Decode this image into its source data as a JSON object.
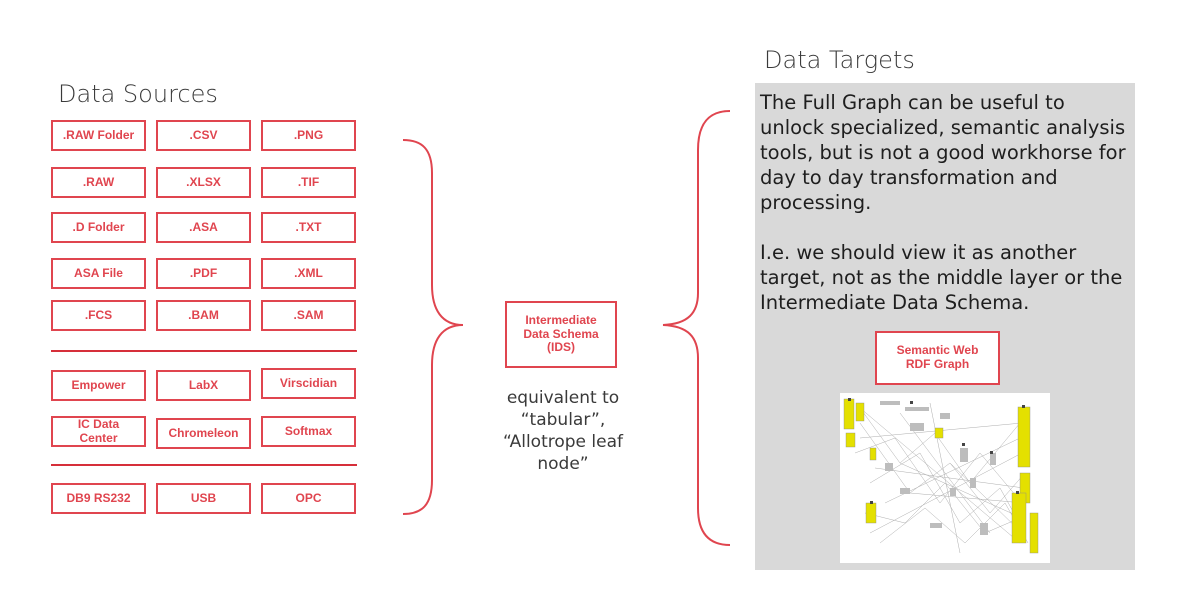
{
  "headings": {
    "sources": "Data Sources",
    "targets": "Data Targets"
  },
  "sources": {
    "file_rows": [
      [
        ".RAW Folder",
        ".CSV",
        ".PNG"
      ],
      [
        ".RAW",
        ".XLSX",
        ".TIF"
      ],
      [
        ".D Folder",
        ".ASA",
        ".TXT"
      ],
      [
        "ASA File",
        ".PDF",
        ".XML"
      ],
      [
        ".FCS",
        ".BAM",
        ".SAM"
      ]
    ],
    "instrument_rows": [
      [
        "Empower",
        "LabX",
        "Virscidian"
      ],
      [
        "IC Data Center",
        "Chromeleon",
        "Softmax"
      ]
    ],
    "protocol_rows": [
      [
        "DB9 RS232",
        "USB",
        "OPC"
      ]
    ]
  },
  "middle": {
    "ids_label": "Intermediate Data Schema (IDS)",
    "note": "equivalent to “tabular”, “Allotrope leaf node”"
  },
  "targets": {
    "paragraph1": "The Full Graph can be useful to unlock specialized, semantic analysis tools, but is not a good workhorse for day to day transformation and processing.",
    "paragraph2": "I.e. we should view it as another target, not as the middle layer or the Intermediate Data Schema.",
    "rdf_label": "Semantic Web RDF Graph"
  },
  "colors": {
    "accent": "#e0454f",
    "divider": "#d62f3a",
    "panel": "#d9d9d9"
  }
}
